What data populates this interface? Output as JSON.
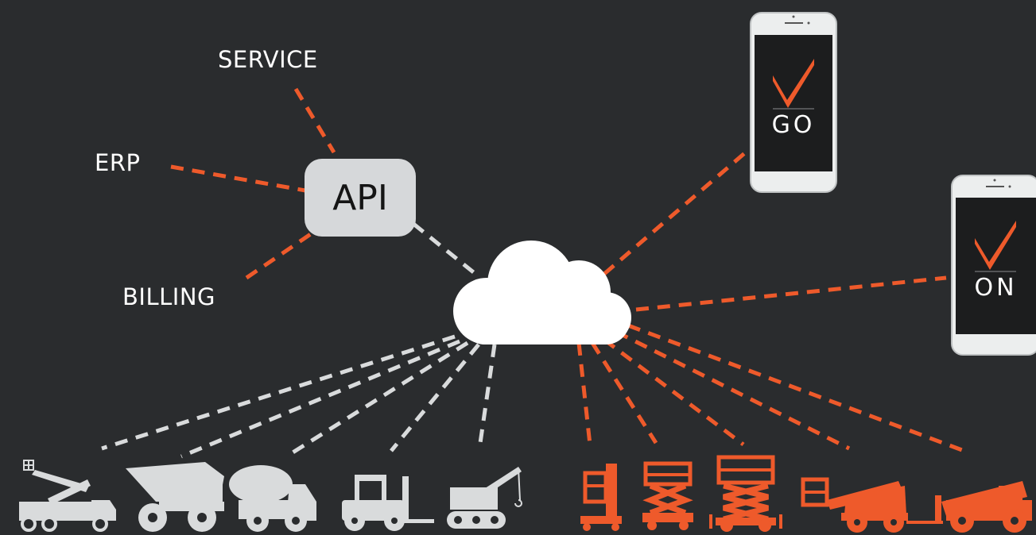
{
  "labels": {
    "service": "SERVICE",
    "erp": "ERP",
    "billing": "BILLING",
    "api": "API"
  },
  "apps": {
    "go": "GO",
    "on": "ON"
  },
  "colors": {
    "background": "#2a2c2e",
    "accent": "#ee5a2b",
    "neutral": "#d9dbdc",
    "api_box": "#d6d8da"
  },
  "equipment": {
    "connected_gray": [
      "boom-truck-icon",
      "dump-truck-icon",
      "mixer-truck-icon",
      "forklift-icon",
      "crawler-crane-icon"
    ],
    "connected_orange": [
      "vertical-mast-lift-icon",
      "scissor-lift-icon",
      "tall-scissor-lift-icon",
      "boom-lift-icon",
      "telehandler-icon"
    ]
  }
}
